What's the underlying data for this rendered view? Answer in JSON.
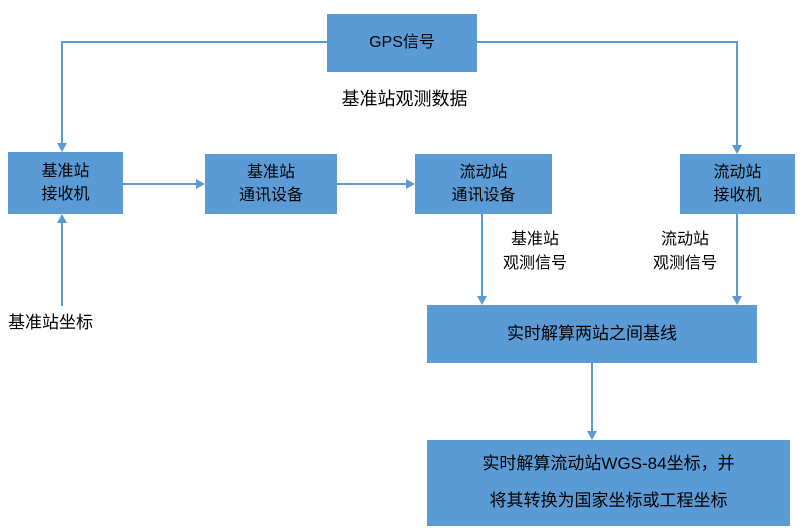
{
  "diagram": {
    "background": "#FFFFFF",
    "box_color": "#5B9BD5",
    "arrow_color": "#5B9BD5",
    "text_color": "#000000"
  },
  "nodes": {
    "gps": {
      "label": "GPS信号"
    },
    "base_receiver": {
      "line1": "基准站",
      "line2": "接收机"
    },
    "base_comm": {
      "line1": "基准站",
      "line2": "通讯设备"
    },
    "rover_comm": {
      "line1": "流动站",
      "line2": "通讯设备"
    },
    "rover_receiver": {
      "line1": "流动站",
      "line2": "接收机"
    },
    "baseline": {
      "label": "实时解算两站之间基线"
    },
    "result": {
      "line1": "实时解算流动站WGS-84坐标，并",
      "line2": "将其转换为国家坐标或工程坐标"
    }
  },
  "labels": {
    "base_obs_data": "基准站观测数据",
    "base_obs_signal": {
      "line1": "基准站",
      "line2": "观测信号"
    },
    "rover_obs_signal": {
      "line1": "流动站",
      "line2": "观测信号"
    },
    "base_coords": "基准站坐标"
  }
}
